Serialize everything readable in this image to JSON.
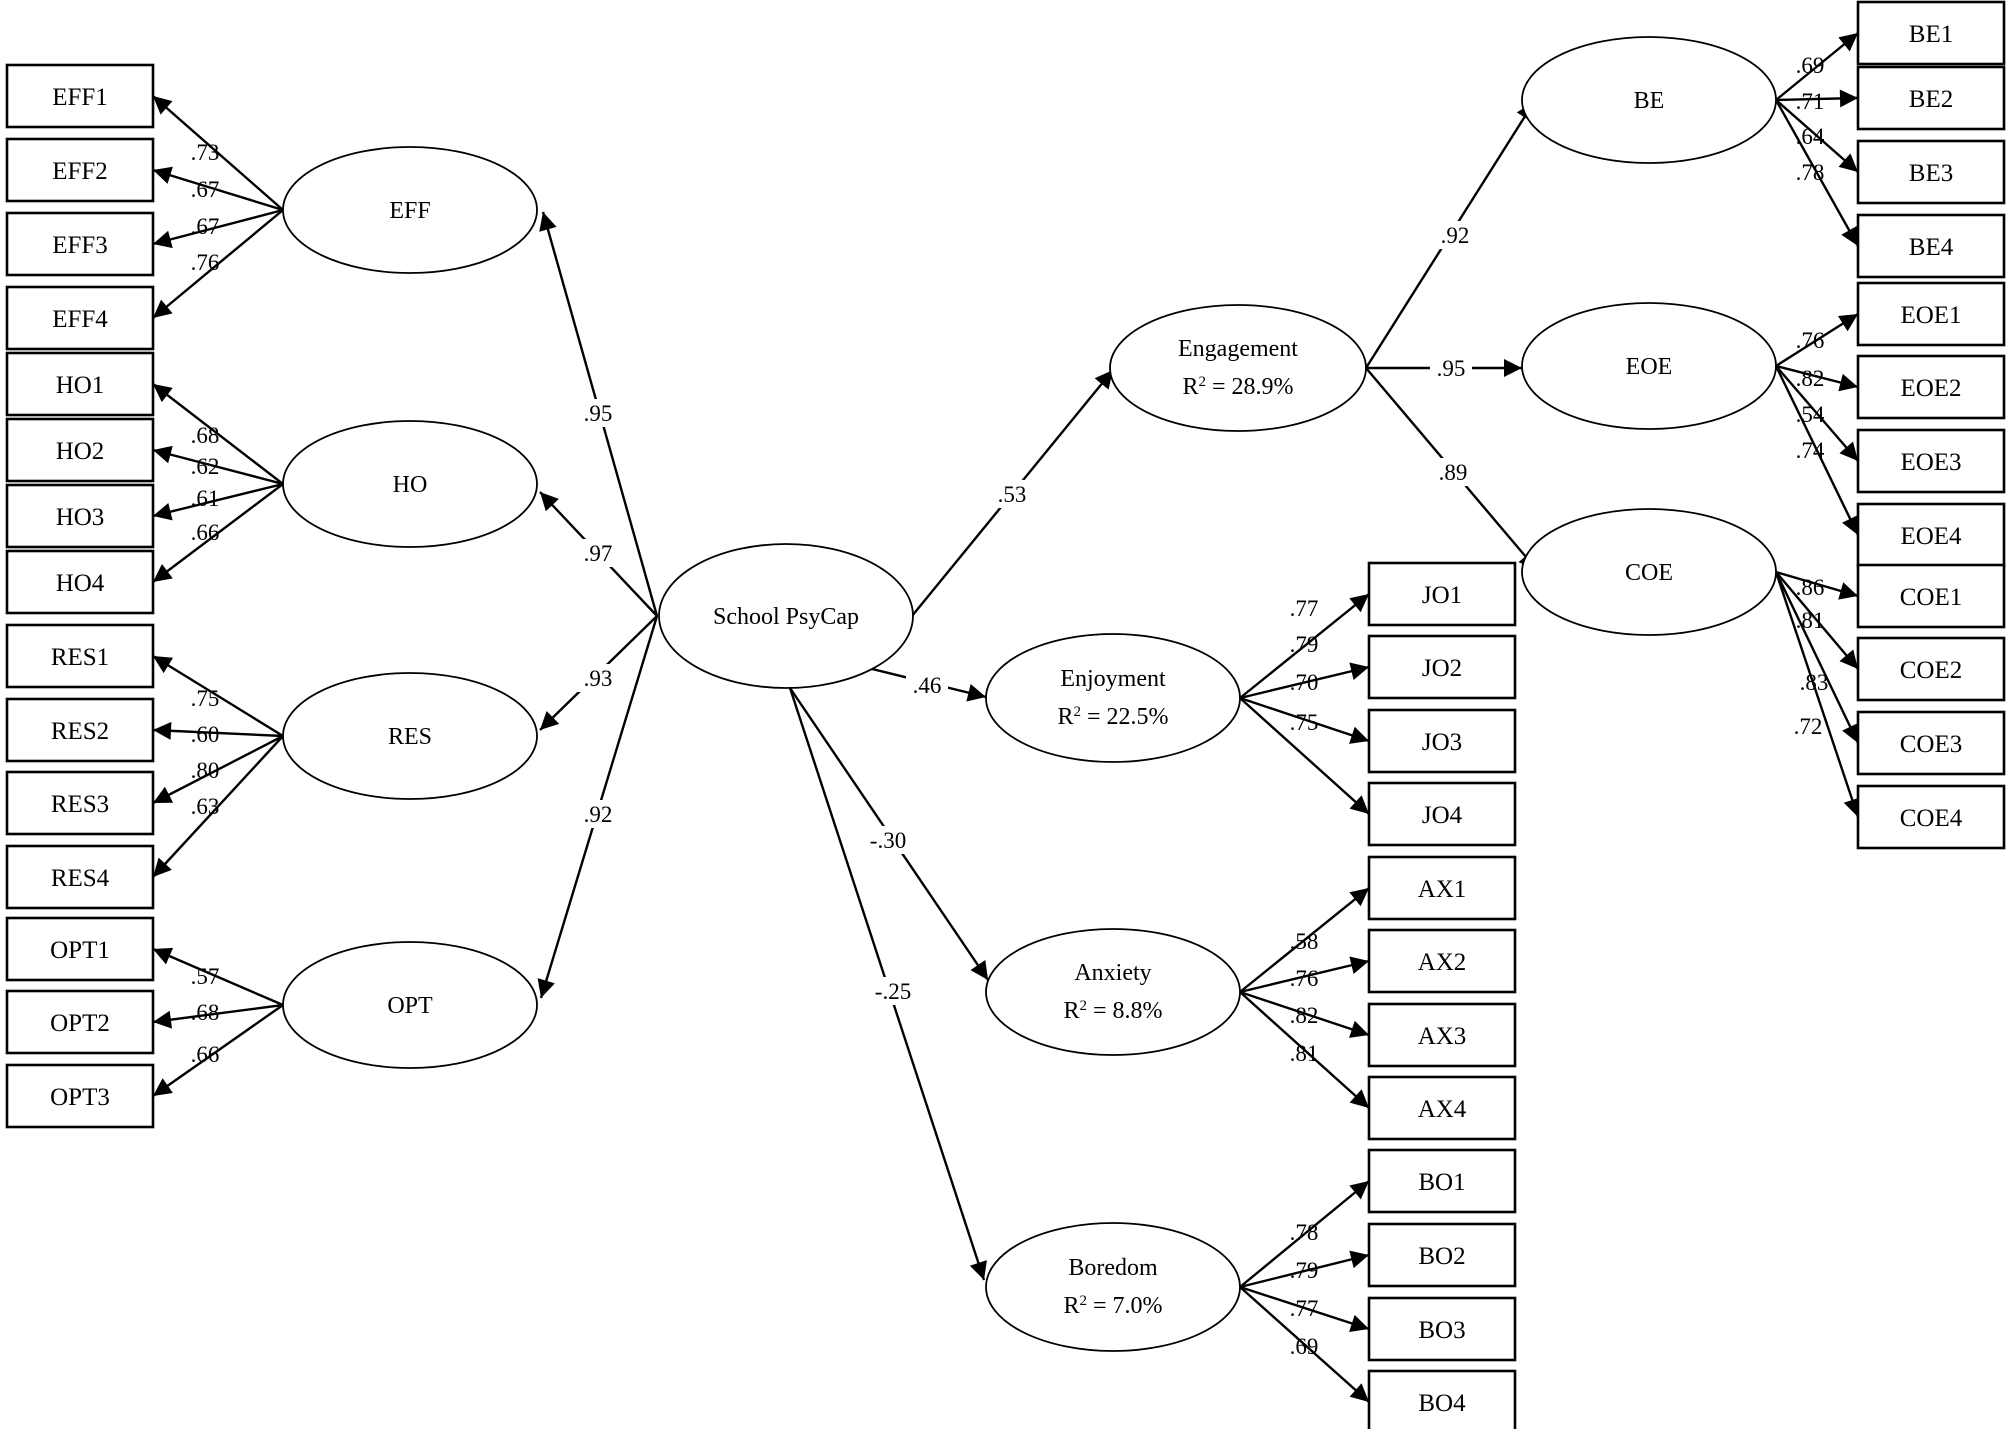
{
  "latents": {
    "eff": {
      "label": "EFF"
    },
    "ho": {
      "label": "HO"
    },
    "res": {
      "label": "RES"
    },
    "opt": {
      "label": "OPT"
    },
    "psycap": {
      "label": "School PsyCap"
    },
    "engagement": {
      "label": "Engagement",
      "r2": "28.9%"
    },
    "enjoyment": {
      "label": "Enjoyment",
      "r2": "22.5%"
    },
    "anxiety": {
      "label": "Anxiety",
      "r2": "8.8%"
    },
    "boredom": {
      "label": "Boredom",
      "r2": "7.0%"
    },
    "be": {
      "label": "BE"
    },
    "eoe": {
      "label": "EOE"
    },
    "coe": {
      "label": "COE"
    }
  },
  "r2_prefix": "R",
  "r2_sup": "2",
  "r2_eq": " = ",
  "indicators": {
    "eff": [
      "EFF1",
      "EFF2",
      "EFF3",
      "EFF4"
    ],
    "ho": [
      "HO1",
      "HO2",
      "HO3",
      "HO4"
    ],
    "res": [
      "RES1",
      "RES2",
      "RES3",
      "RES4"
    ],
    "opt": [
      "OPT1",
      "OPT2",
      "OPT3"
    ],
    "jo": [
      "JO1",
      "JO2",
      "JO3",
      "JO4"
    ],
    "ax": [
      "AX1",
      "AX2",
      "AX3",
      "AX4"
    ],
    "bo": [
      "BO1",
      "BO2",
      "BO3",
      "BO4"
    ],
    "be": [
      "BE1",
      "BE2",
      "BE3",
      "BE4"
    ],
    "eoe": [
      "EOE1",
      "EOE2",
      "EOE3",
      "EOE4"
    ],
    "coe": [
      "COE1",
      "COE2",
      "COE3",
      "COE4"
    ]
  },
  "loadings": {
    "eff": [
      ".73",
      ".67",
      ".67",
      ".76"
    ],
    "ho": [
      ".68",
      ".62",
      ".61",
      ".66"
    ],
    "res": [
      ".75",
      ".60",
      ".80",
      ".63"
    ],
    "opt": [
      ".57",
      ".68",
      ".66"
    ],
    "jo": [
      ".77",
      ".79",
      ".70",
      ".75"
    ],
    "ax": [
      ".58",
      ".76",
      ".82",
      ".81"
    ],
    "bo": [
      ".78",
      ".79",
      ".77",
      ".69"
    ],
    "be": [
      ".69",
      ".71",
      ".64",
      ".78"
    ],
    "eoe": [
      ".76",
      ".82",
      ".54",
      ".74"
    ],
    "coe": [
      ".86",
      ".81",
      ".83",
      ".72"
    ]
  },
  "paths": {
    "psycap_eff": ".95",
    "psycap_ho": ".97",
    "psycap_res": ".93",
    "psycap_opt": ".92",
    "psycap_engagement": ".53",
    "psycap_enjoyment": ".46",
    "psycap_anxiety": "-.30",
    "psycap_boredom": "-.25",
    "engagement_be": ".92",
    "engagement_eoe": ".95",
    "engagement_coe": ".89"
  }
}
